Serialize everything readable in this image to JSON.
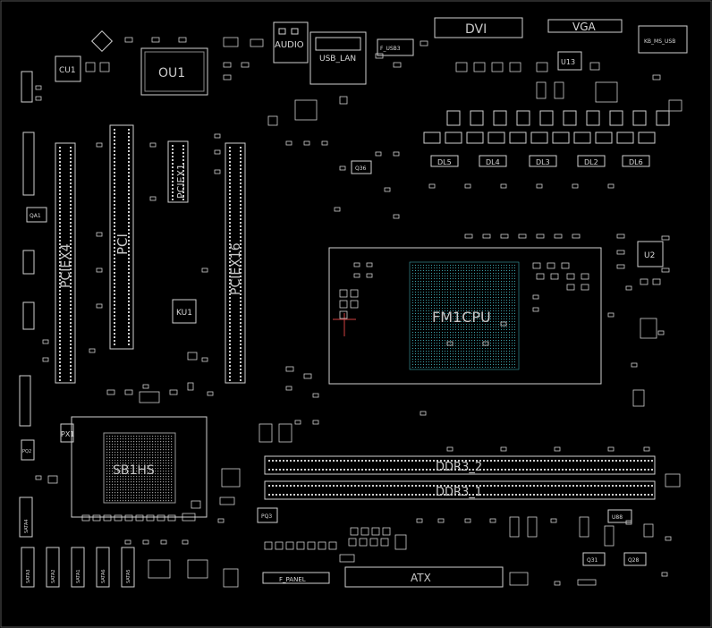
{
  "labels": {
    "audio": "AUDIO",
    "usb_lan": "USB_LAN",
    "f_usb": "F_USB3",
    "dvi": "DVI",
    "vga": "VGA",
    "kb_ms_usb": "KB_MS_USB",
    "ou1": "OU1",
    "cu1": "CU1",
    "u13": "U13",
    "u2": "U2",
    "ku1": "KU1",
    "q36": "Q36",
    "qa1": "QA1",
    "pciex4": "PCIEX4",
    "pci": "PCI",
    "pciex1": "PCIEX1",
    "pciex16": "PCIEX16",
    "cpu": "FM1CPU",
    "sb": "SB1HS",
    "px1": "PX1",
    "pq2": "PQ2",
    "pq3": "PQ3",
    "ddr2": "DDR3_2",
    "ddr1": "DDR3_1",
    "atx": "ATX",
    "f_panel": "F_PANEL",
    "q31": "Q31",
    "q28": "Q28",
    "u88": "U88",
    "sata": [
      "SATA3",
      "SATA2",
      "SATA1",
      "SATA6",
      "SATA5",
      "SATA4"
    ],
    "dl": [
      "DL5",
      "DL4",
      "DL3",
      "DL2",
      "DL6"
    ]
  },
  "colors": {
    "background": "#000000",
    "outline": "#cfcfcf",
    "bga_dots": "#3aa0a8",
    "sb_dots": "#9a9a9a",
    "red_mark": "#d04040"
  }
}
